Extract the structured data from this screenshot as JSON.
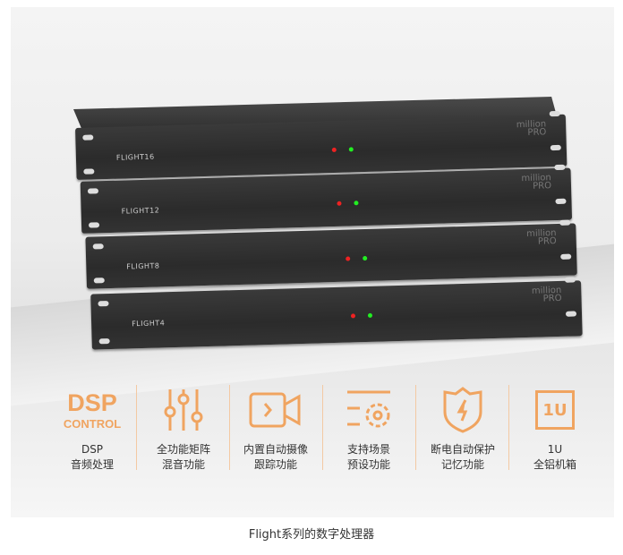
{
  "units": [
    {
      "name": "FLIGHT16",
      "logo": "million",
      "logo_sub": "PRO"
    },
    {
      "name": "FLIGHT12",
      "logo": "million",
      "logo_sub": "PRO"
    },
    {
      "name": "FLIGHT8",
      "logo": "million",
      "logo_sub": "PRO"
    },
    {
      "name": "FLIGHT4",
      "logo": "million",
      "logo_sub": "PRO"
    }
  ],
  "features": [
    {
      "icon_title": "DSP",
      "icon_sub": "CONTROL",
      "line1": "DSP",
      "line2": "音频处理"
    },
    {
      "icon": "sliders-icon",
      "line1": "全功能矩阵",
      "line2": "混音功能"
    },
    {
      "icon": "camera-icon",
      "line1": "内置自动摄像",
      "line2": "跟踪功能"
    },
    {
      "icon": "preset-gear-icon",
      "line1": "支持场景",
      "line2": "预设功能"
    },
    {
      "icon": "shield-bolt-icon",
      "line1": "断电自动保护",
      "line2": "记忆功能"
    },
    {
      "icon_text": "1U",
      "line1": "1U",
      "line2": "全铝机箱"
    }
  ],
  "caption": "Flight系列的数字处理器",
  "colors": {
    "accent": "#f0a460"
  }
}
